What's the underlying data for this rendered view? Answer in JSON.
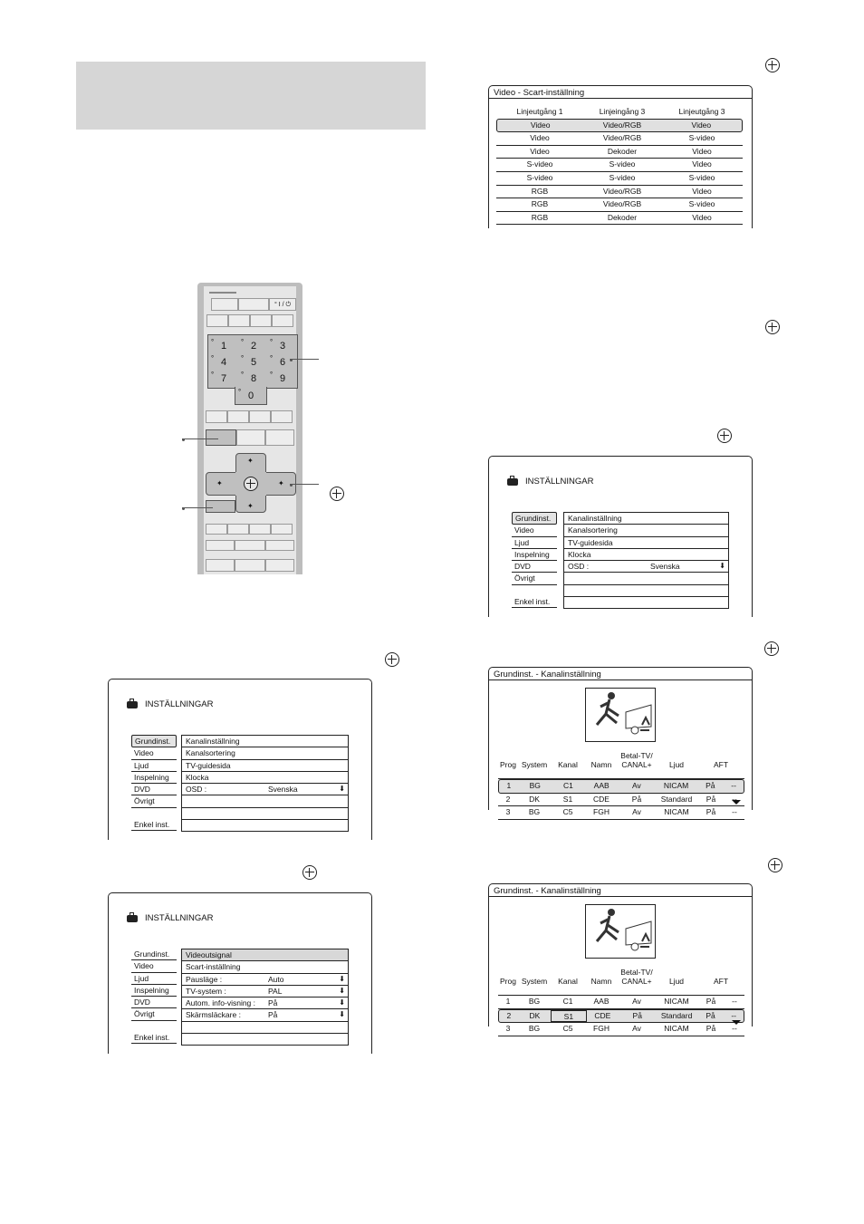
{
  "enter_icon": "enter-button-icon",
  "remote": {
    "numbers": [
      "1",
      "2",
      "3",
      "4",
      "5",
      "6",
      "7",
      "8",
      "9",
      "0"
    ]
  },
  "scart_screen": {
    "title": "Video - Scart-inställning",
    "headers": [
      "Linjeutgång 1",
      "Linjeingång 3",
      "Linjeutgång 3"
    ],
    "rows": [
      [
        "Video",
        "Video/RGB",
        "Video"
      ],
      [
        "Video",
        "Video/RGB",
        "S-video"
      ],
      [
        "Video",
        "Dekoder",
        "Video"
      ],
      [
        "S-video",
        "S-video",
        "Video"
      ],
      [
        "S-video",
        "S-video",
        "S-video"
      ],
      [
        "RGB",
        "Video/RGB",
        "Video"
      ],
      [
        "RGB",
        "Video/RGB",
        "S-video"
      ],
      [
        "RGB",
        "Dekoder",
        "Video"
      ]
    ]
  },
  "settings_a": {
    "heading": "INSTÄLLNINGAR",
    "left": [
      "Grundinst.",
      "Video",
      "Ljud",
      "Inspelning",
      "DVD",
      "Övrigt",
      "",
      "Enkel inst."
    ],
    "right": [
      {
        "label": "Kanalinställning",
        "value": ""
      },
      {
        "label": "Kanalsortering",
        "value": ""
      },
      {
        "label": "TV-guidesida",
        "value": ""
      },
      {
        "label": "Klocka",
        "value": ""
      },
      {
        "label": "OSD :",
        "value": "Svenska"
      },
      {
        "label": "",
        "value": ""
      },
      {
        "label": "",
        "value": ""
      },
      {
        "label": "",
        "value": ""
      }
    ]
  },
  "settings_b": {
    "heading": "INSTÄLLNINGAR",
    "left": [
      "Grundinst.",
      "Video",
      "Ljud",
      "Inspelning",
      "DVD",
      "Övrigt",
      "",
      "Enkel inst."
    ],
    "right": [
      {
        "label": "Videoutsignal",
        "value": ""
      },
      {
        "label": "Scart-inställning",
        "value": ""
      },
      {
        "label": "Pausläge :",
        "value": "Auto"
      },
      {
        "label": "TV-system :",
        "value": "PAL"
      },
      {
        "label": "Autom. info-visning :",
        "value": "På"
      },
      {
        "label": "Skärmsläckare :",
        "value": "På"
      },
      {
        "label": "",
        "value": ""
      },
      {
        "label": "",
        "value": ""
      }
    ]
  },
  "settings_c": {
    "heading": "INSTÄLLNINGAR",
    "left": [
      "Grundinst.",
      "Video",
      "Ljud",
      "Inspelning",
      "DVD",
      "Övrigt",
      "",
      "Enkel inst."
    ],
    "right": [
      {
        "label": "Kanalinställning",
        "value": ""
      },
      {
        "label": "Kanalsortering",
        "value": ""
      },
      {
        "label": "TV-guidesida",
        "value": ""
      },
      {
        "label": "Klocka",
        "value": ""
      },
      {
        "label": "OSD :",
        "value": "Svenska"
      },
      {
        "label": "",
        "value": ""
      },
      {
        "label": "",
        "value": ""
      },
      {
        "label": "",
        "value": ""
      }
    ]
  },
  "channel_screen": {
    "title": "Grundinst. - Kanalinställning",
    "headers": [
      "Prog",
      "System",
      "Kanal",
      "Namn",
      "Betal-TV/\nCANAL+",
      "Ljud",
      "AFT"
    ],
    "rows": [
      [
        "1",
        "BG",
        "C1",
        "AAB",
        "Av",
        "NICAM",
        "På",
        "--"
      ],
      [
        "2",
        "DK",
        "S1",
        "CDE",
        "På",
        "Standard",
        "På",
        "--"
      ],
      [
        "3",
        "BG",
        "C5",
        "FGH",
        "Av",
        "NICAM",
        "På",
        "--"
      ]
    ]
  }
}
